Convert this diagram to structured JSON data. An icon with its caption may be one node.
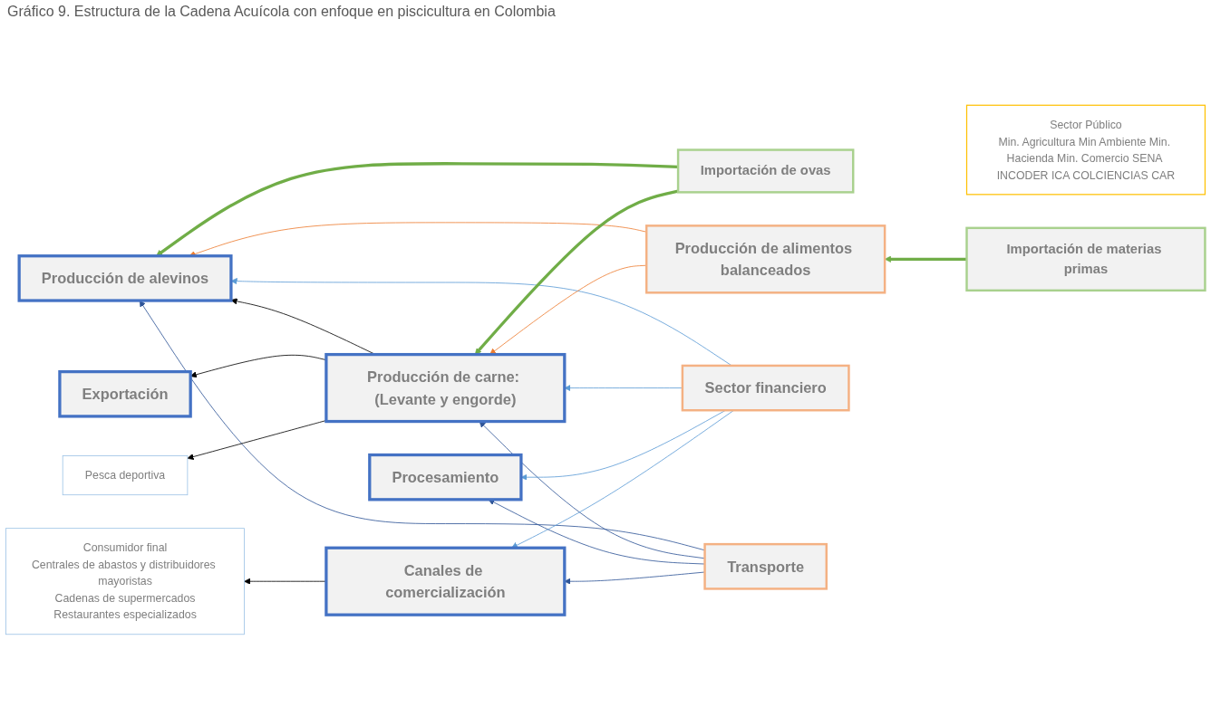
{
  "diagram": {
    "title": "Gráfico 9. Estructura de la Cadena Acuícola con enfoque en piscicultura en Colombia",
    "nodes": [
      {
        "text": [
          "Sector Público",
          "Min. Agricultura Min Ambiente Min. Hacienda Min. Comercio SENA INCODER ICA COLCIENCIAS CAR"
        ]
      },
      {
        "text": [
          "Producción de alevinos"
        ]
      },
      {
        "text": [
          "Importación de ovas"
        ]
      },
      {
        "text": [
          "Producción de carne: (Levante y engorde)"
        ]
      },
      {
        "text": [
          "Producción de alimentos balanceados"
        ]
      },
      {
        "text": [
          "Importación de materias primas"
        ]
      },
      {
        "text": [
          "Procesamiento"
        ]
      },
      {
        "text": [
          "Sector financiero"
        ]
      },
      {
        "text": [
          "Transporte"
        ]
      },
      {
        "text": [
          "Canales de comercialización"
        ]
      },
      {
        "text": [
          "Exportación"
        ]
      },
      {
        "text": [
          "Pesca deportiva"
        ]
      },
      {
        "text": [
          "Consumidor final",
          "Centrales de abastos y distribuidores mayoristas",
          "Cadenas de supermercados",
          "Restaurantes especializados"
        ]
      }
    ],
    "edges": [
      {
        "from": 8,
        "to": 1,
        "arrow": "to",
        "color": "#2f5597"
      },
      {
        "from": 2,
        "to": 1,
        "arrow": "to",
        "style": "thick",
        "color": "#70ad47"
      },
      {
        "from": 4,
        "to": 1,
        "arrow": "to",
        "color": "#ed7d31"
      },
      {
        "from": 7,
        "to": 1,
        "arrow": "to",
        "color": "#5b9bd5"
      },
      {
        "from": 7,
        "to": 3,
        "arrow": "to",
        "color": "#5b9bd5"
      },
      {
        "from": 8,
        "to": 3,
        "arrow": "to",
        "color": "#2f5597"
      },
      {
        "from": 2,
        "to": 3,
        "arrow": "to",
        "style": "thick",
        "color": "#70ad47"
      },
      {
        "from": 4,
        "to": 3,
        "arrow": "to",
        "color": "#ed7d31"
      },
      {
        "from": 5,
        "to": 4,
        "arrow": "to",
        "style": "thick",
        "color": "#70ad47"
      },
      {
        "from": 8,
        "to": 6,
        "arrow": "to",
        "color": "#2f5597"
      },
      {
        "from": 7,
        "to": 6,
        "arrow": "to",
        "color": "#5b9bd5"
      },
      {
        "from": 7,
        "to": 9,
        "arrow": "to",
        "color": "#5b9bd5"
      },
      {
        "from": 8,
        "to": 9,
        "arrow": "to",
        "color": "#2f5597"
      },
      {
        "from": 3,
        "to": 1,
        "arrow": "to",
        "color": "#000000"
      },
      {
        "from": 3,
        "to": 10,
        "arrow": "to",
        "color": "#000000"
      },
      {
        "from": 3,
        "to": 11,
        "arrow": "to",
        "color": "#000000"
      },
      {
        "from": 9,
        "to": 12,
        "arrow": "to",
        "color": "#000000"
      }
    ]
  }
}
